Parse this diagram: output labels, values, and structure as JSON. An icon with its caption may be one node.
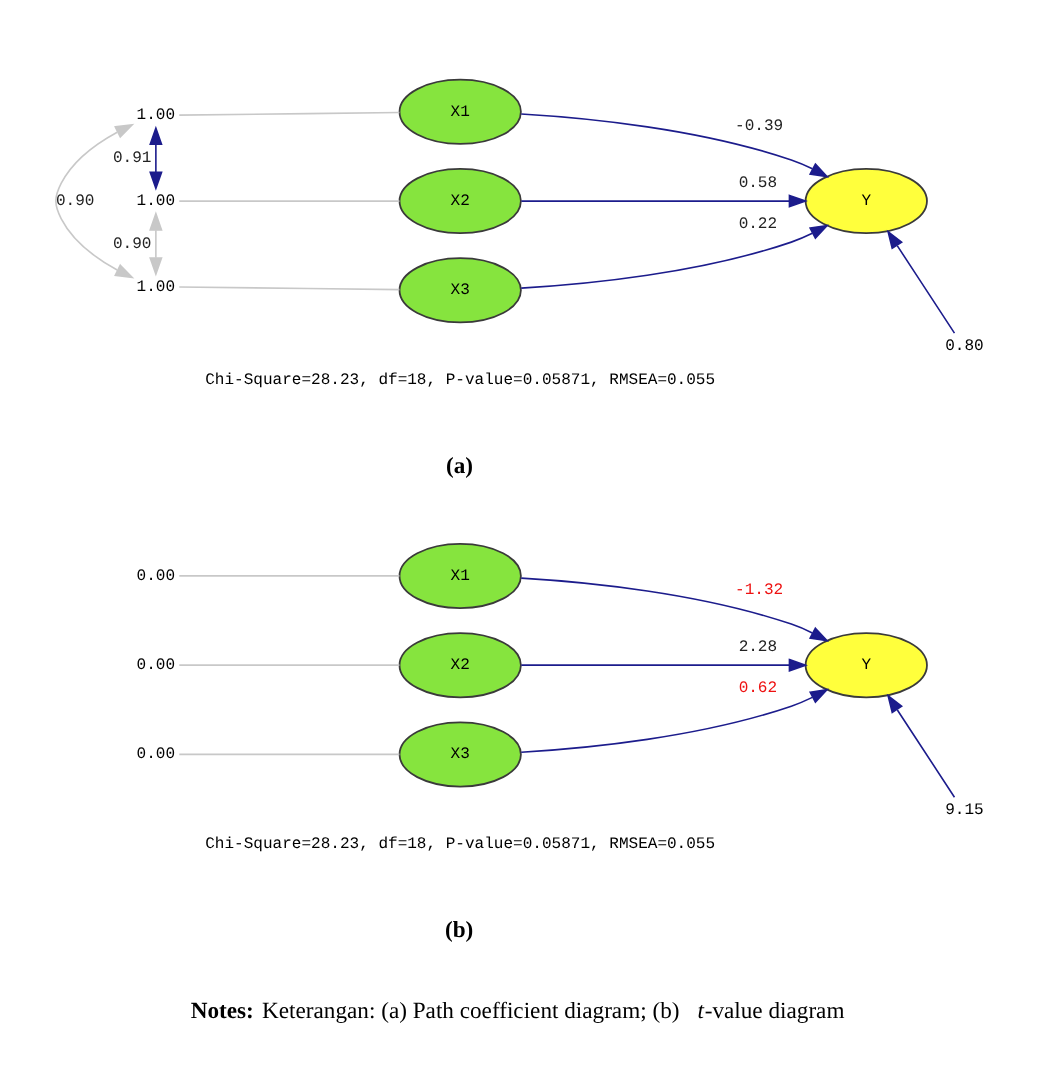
{
  "diagram": {
    "caption": "**Notes:** Keterangan: (a) Path coefficient diagram; (b) *t*-value diagram",
    "nodes": [
      {
        "text": [
          "1.00"
        ]
      },
      {
        "text": [
          "X1"
        ]
      },
      {
        "text": [
          "1.00"
        ]
      },
      {
        "text": [
          "X2"
        ]
      },
      {
        "text": [
          "Y"
        ]
      },
      {
        "text": [
          "0.80"
        ]
      },
      {
        "text": [
          "1.00"
        ]
      },
      {
        "text": [
          "X3"
        ]
      },
      {
        "text": [
          "0.00"
        ]
      },
      {
        "text": [
          "X1"
        ]
      },
      {
        "text": [
          "0.00"
        ]
      },
      {
        "text": [
          "X2"
        ]
      },
      {
        "text": [
          "Y"
        ]
      },
      {
        "text": [
          "9.15"
        ]
      },
      {
        "text": [
          "0.00"
        ]
      },
      {
        "text": [
          "X3"
        ]
      }
    ],
    "edges": [
      {
        "from": 0,
        "to": 1,
        "arrow": "none",
        "color": "#c8c8c8"
      },
      {
        "from": 2,
        "to": 3,
        "arrow": "none",
        "color": "#c8c8c8"
      },
      {
        "from": 6,
        "to": 7,
        "arrow": "none",
        "color": "#c8c8c8"
      },
      {
        "from": 2,
        "to": 0,
        "arrow": "both",
        "label": "0.91"
      },
      {
        "from": 6,
        "to": 2,
        "arrow": "both",
        "label": "0.90",
        "color": "#c8c8c8"
      },
      {
        "from": 6,
        "to": 0,
        "arrow": "both",
        "label": "0.90",
        "color": "#c8c8c8"
      },
      {
        "from": 1,
        "to": 4,
        "arrow": "to",
        "label": "-0.39"
      },
      {
        "from": 3,
        "to": 4,
        "arrow": "to",
        "label": "0.58"
      },
      {
        "from": 7,
        "to": 4,
        "arrow": "to",
        "label": "0.22"
      },
      {
        "from": 5,
        "to": 4,
        "arrow": "to"
      },
      {
        "from": 8,
        "to": 9,
        "arrow": "none",
        "color": "#c8c8c8"
      },
      {
        "from": 10,
        "to": 11,
        "arrow": "none",
        "color": "#c8c8c8"
      },
      {
        "from": 14,
        "to": 15,
        "arrow": "none",
        "color": "#c8c8c8"
      },
      {
        "from": 9,
        "to": 12,
        "arrow": "to",
        "label": "-1.32"
      },
      {
        "from": 11,
        "to": 12,
        "arrow": "to",
        "label": "2.28"
      },
      {
        "from": 15,
        "to": 12,
        "arrow": "to",
        "label": "0.62"
      },
      {
        "from": 13,
        "to": 12,
        "arrow": "to"
      }
    ],
    "labels": [
      "Chi-Square=28.23, df=18, P-value=0.05871, RMSEA=0.055",
      "(a)",
      "Chi-Square=28.23, df=18, P-value=0.05871, RMSEA=0.055",
      "(b)"
    ]
  }
}
